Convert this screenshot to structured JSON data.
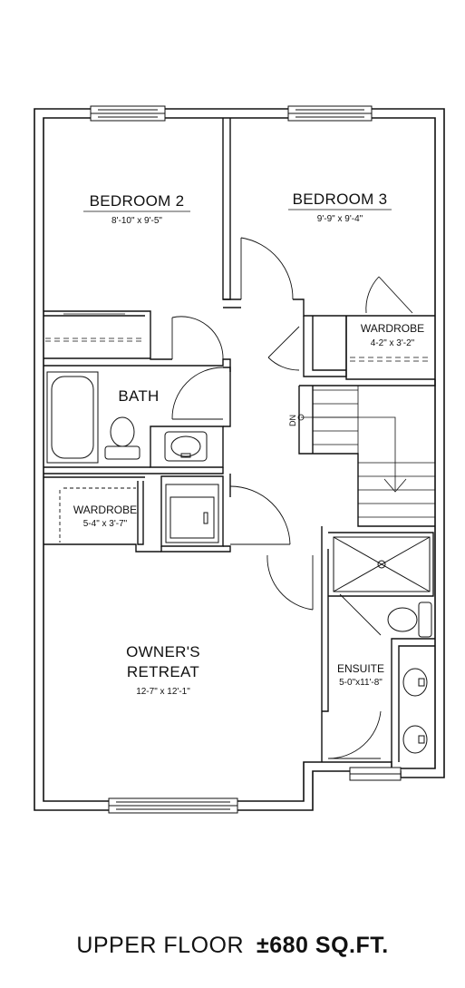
{
  "rooms": {
    "bedroom2": {
      "name": "BEDROOM 2",
      "size": "8'-10\" x 9'-5\""
    },
    "bedroom3": {
      "name": "BEDROOM 3",
      "size": "9'-9\" x 9'-4\""
    },
    "wardrobe_right": {
      "name": "WARDROBE",
      "size": "4-2\" x 3'-2\""
    },
    "bath": {
      "name": "BATH"
    },
    "wardrobe_left": {
      "name": "WARDROBE",
      "size": "5-4\" x 3'-7\""
    },
    "owners_retreat": {
      "name_line1": "OWNER'S",
      "name_line2": "RETREAT",
      "size": "12-7\" x 12'-1\""
    },
    "ensuite": {
      "name": "ENSUITE",
      "size": "5-0\"x11'-8\""
    }
  },
  "stairs": {
    "label": "DN"
  },
  "footer": {
    "floor": "UPPER FLOOR",
    "area": "±680 SQ.FT."
  }
}
